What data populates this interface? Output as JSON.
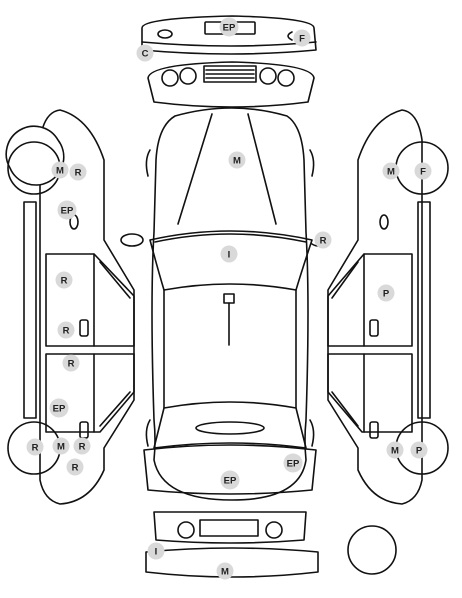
{
  "colors": {
    "outline": "#111111",
    "badge_fill": "#d9d9d9",
    "badge_text": "#222222",
    "background": "#ffffff"
  },
  "markers": [
    {
      "id": "front-bumper-ep",
      "label": "EP"
    },
    {
      "id": "front-bumper-c",
      "label": "C"
    },
    {
      "id": "front-bumper-f",
      "label": "F"
    },
    {
      "id": "hood-m",
      "label": "M"
    },
    {
      "id": "windshield-i",
      "label": "I"
    },
    {
      "id": "right-mirror-r",
      "label": "R"
    },
    {
      "id": "left-front-wheel-m",
      "label": "M"
    },
    {
      "id": "left-front-wheel-r",
      "label": "R"
    },
    {
      "id": "left-front-fender-ep",
      "label": "EP"
    },
    {
      "id": "left-front-door-r",
      "label": "R"
    },
    {
      "id": "left-front-handle-r",
      "label": "R"
    },
    {
      "id": "left-rear-door-r",
      "label": "R"
    },
    {
      "id": "left-rear-fender-ep",
      "label": "EP"
    },
    {
      "id": "left-rear-wheel-r",
      "label": "R"
    },
    {
      "id": "left-rear-wheel-m",
      "label": "M"
    },
    {
      "id": "left-rear-wheel-r2",
      "label": "R"
    },
    {
      "id": "left-rear-wheel-r3",
      "label": "R"
    },
    {
      "id": "right-front-wheel-m",
      "label": "M"
    },
    {
      "id": "right-front-wheel-f",
      "label": "F"
    },
    {
      "id": "right-front-door-p",
      "label": "P"
    },
    {
      "id": "right-rear-wheel-m",
      "label": "M"
    },
    {
      "id": "right-rear-wheel-p",
      "label": "P"
    },
    {
      "id": "trunk-ep",
      "label": "EP"
    },
    {
      "id": "rear-right-ep",
      "label": "EP"
    },
    {
      "id": "rear-bumper-i",
      "label": "I"
    },
    {
      "id": "rear-bumper-m",
      "label": "M"
    }
  ]
}
